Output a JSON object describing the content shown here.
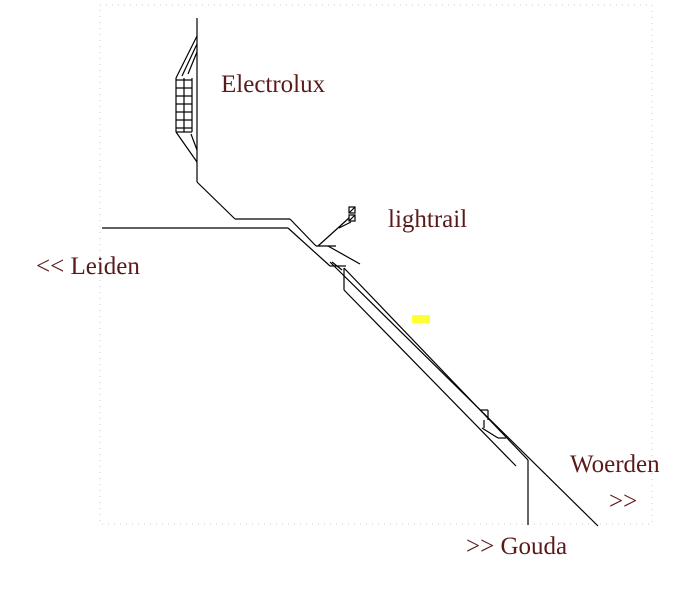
{
  "labels": {
    "electrolux": "Electrolux",
    "lightrail": "lightrail",
    "leiden": "<< Leiden",
    "woerden": "Woerden",
    "woerden_arrow": ">>",
    "gouda": ">> Gouda"
  },
  "colors": {
    "track": "#000000",
    "label_text": "#5a1a1a",
    "frame_dots": "#cccccc",
    "marker": "#ffff33"
  }
}
